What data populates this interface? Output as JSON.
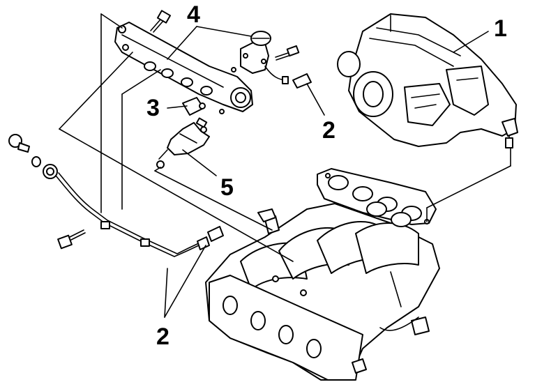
{
  "callouts": [
    {
      "label": "1"
    },
    {
      "label": "4"
    },
    {
      "label": "3"
    },
    {
      "label": "2"
    },
    {
      "label": "5"
    },
    {
      "label": "2"
    }
  ],
  "colors": {
    "ink": "#000000",
    "paper": "#ffffff"
  }
}
